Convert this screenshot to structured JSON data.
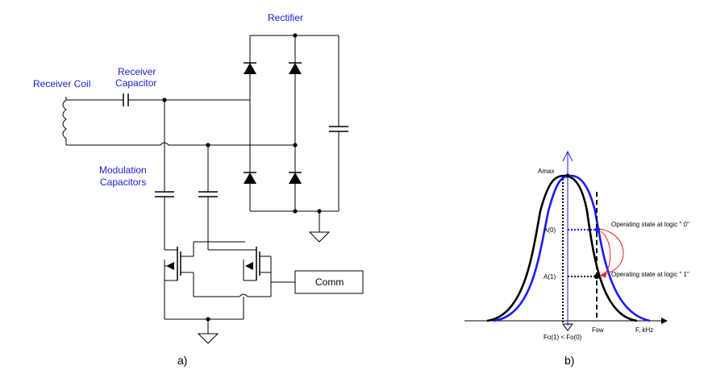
{
  "circuit": {
    "labels": {
      "rectifier": "Rectifier",
      "receiver_coil": "Receiver Coil",
      "receiver_capacitor_line1": "Receiver",
      "receiver_capacitor_line2": "Capacitor",
      "modulation_capacitors_line1": "Modulation",
      "modulation_capacitors_line2": "Capacitors",
      "comm": "Comm"
    },
    "caption": "a)"
  },
  "graph": {
    "labels": {
      "amax": "Amax",
      "a0": "A(0)",
      "a1": "A(1)",
      "logic0": "Operating state at logic \" 0\"",
      "logic1": "Operating state at logic  \" 1\"",
      "fsw": "Fsw",
      "fo": "Fo(1) < Fo(0)",
      "f_axis": "F, kHz"
    },
    "caption": "b)"
  },
  "colors": {
    "accent_blue": "#1a1ad6",
    "curve_blue": "#1a1aff",
    "curve_black": "#000000",
    "arrow_red": "#e02020"
  }
}
